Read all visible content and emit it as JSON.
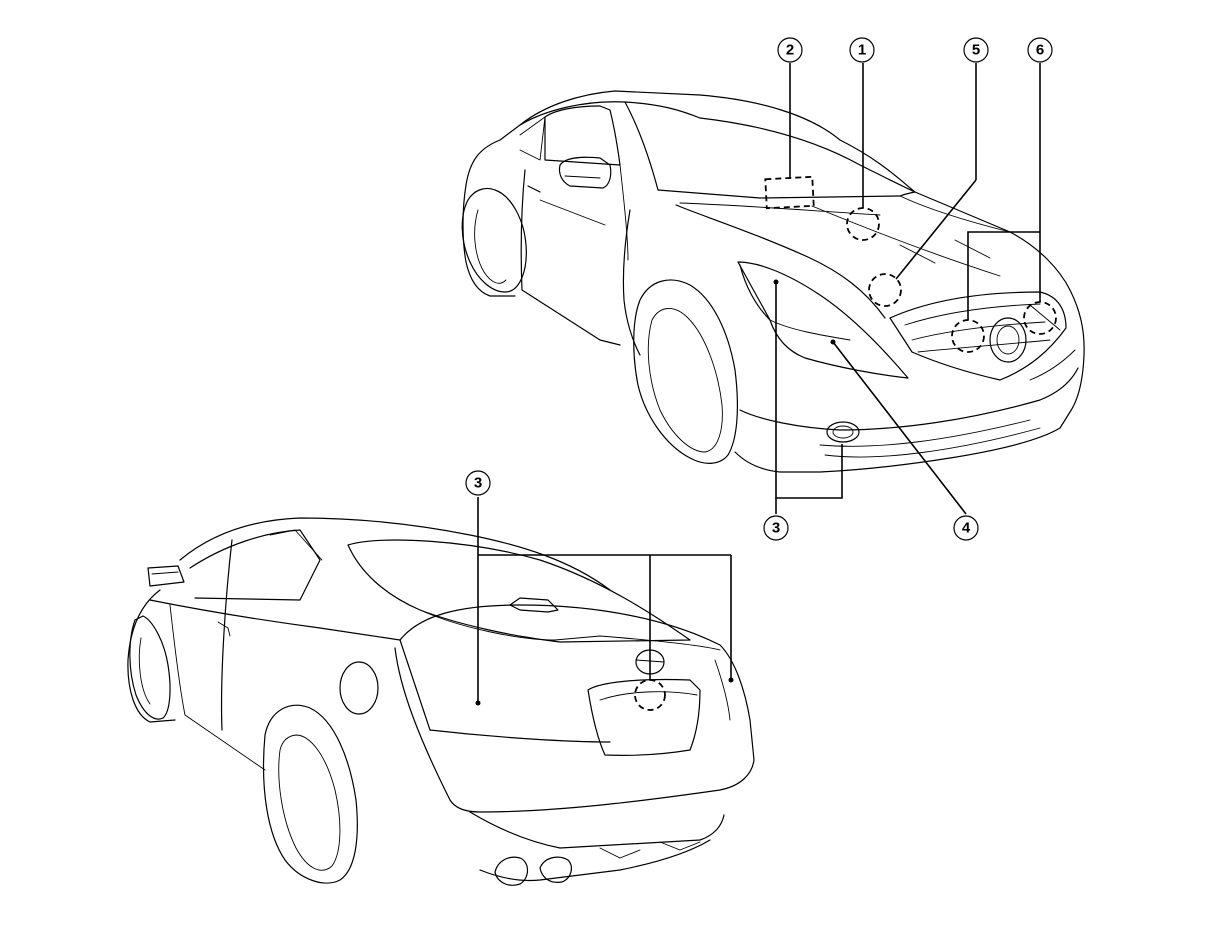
{
  "callouts": {
    "c1": "1",
    "c2": "2",
    "c3_front": "3",
    "c4": "4",
    "c5": "5",
    "c6": "6",
    "c3_rear": "3"
  }
}
